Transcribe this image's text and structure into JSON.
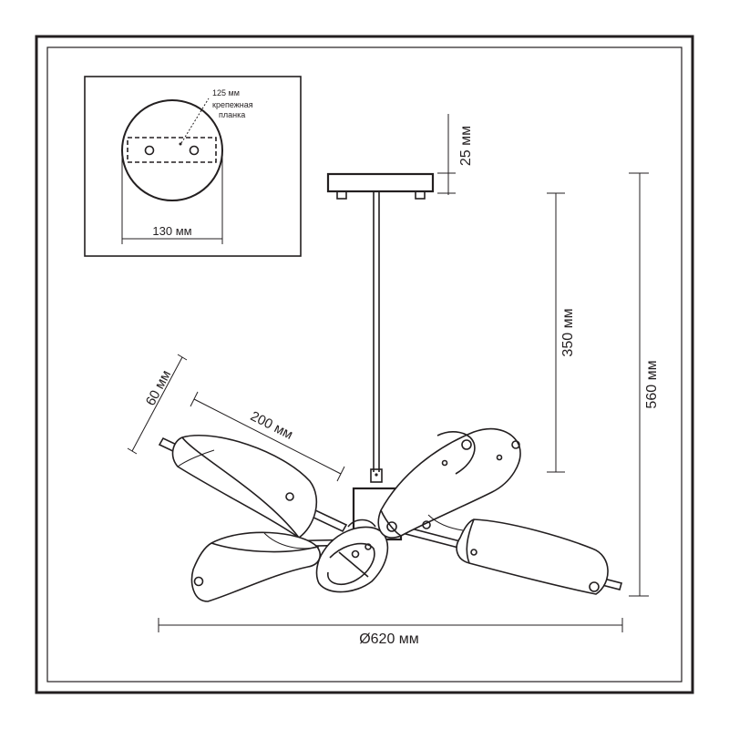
{
  "inset": {
    "plate_width_label": "125 мм",
    "plate_name_line1": "крепежная",
    "plate_name_line2": "планка",
    "canopy_diameter_label": "130 мм"
  },
  "dimensions": {
    "canopy_height": "25 мм",
    "rod_length": "350 мм",
    "total_height": "560 мм",
    "shade_width": "60 мм",
    "shade_length": "200 мм",
    "diameter": "Ø620 мм"
  }
}
